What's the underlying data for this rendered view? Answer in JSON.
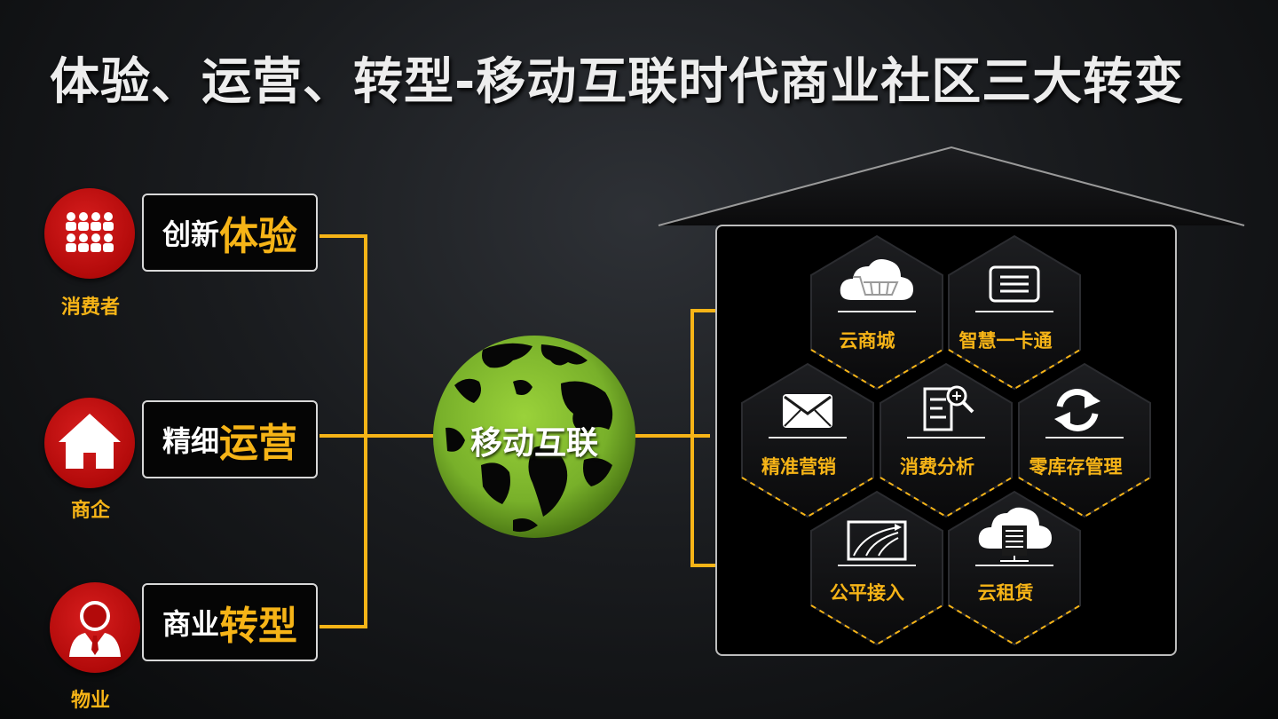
{
  "title": "体验、运营、转型-移动互联时代商业社区三大转变",
  "roles": [
    {
      "label": "消费者",
      "icon": "people-group-icon",
      "box_small": "创新",
      "box_big": "体验"
    },
    {
      "label": "商企",
      "icon": "house-icon",
      "box_small": "精细",
      "box_big": "运营"
    },
    {
      "label": "物业",
      "icon": "business-person-icon",
      "box_small": "商业",
      "box_big": "转型"
    }
  ],
  "center": {
    "label": "移动互联",
    "icon": "globe-icon"
  },
  "services": [
    {
      "label": "云商城",
      "icon": "cloud-cart-icon"
    },
    {
      "label": "智慧一卡通",
      "icon": "card-icon"
    },
    {
      "label": "精准营销",
      "icon": "envelope-icon"
    },
    {
      "label": "消费分析",
      "icon": "document-search-icon"
    },
    {
      "label": "零库存管理",
      "icon": "refresh-icon"
    },
    {
      "label": "公平接入",
      "icon": "chart-arrows-icon"
    },
    {
      "label": "云租赁",
      "icon": "cloud-server-icon"
    }
  ],
  "colors": {
    "accent": "#f6b417",
    "role_red": "#c40f0f",
    "globe_green": "#7eb52a",
    "background": "#16181b"
  }
}
